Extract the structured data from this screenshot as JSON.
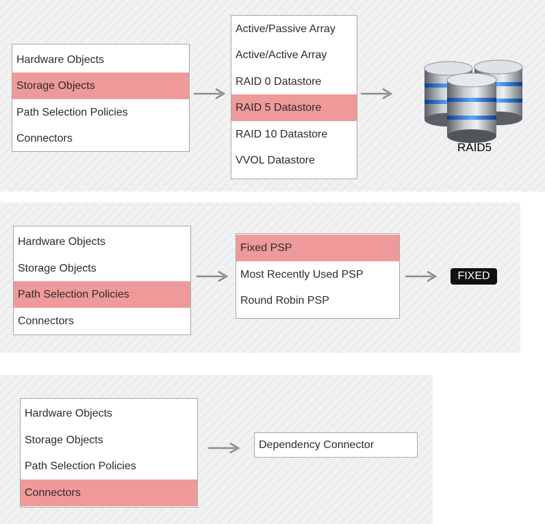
{
  "categories": [
    "Hardware Objects",
    "Storage Objects",
    "Path Selection Policies",
    "Connectors"
  ],
  "step1": {
    "options": [
      "Active/Passive Array",
      "Active/Active Array",
      "RAID 0 Datastore",
      "RAID 5 Datastore",
      "RAID 10 Datastore",
      "VVOL Datastore"
    ],
    "result_label": "RAID5"
  },
  "step2": {
    "options": [
      "Fixed PSP",
      "Most Recently Used PSP",
      "Round Robin PSP"
    ],
    "result_label": "FIXED"
  },
  "step3": {
    "options": [
      "Dependency Connector"
    ]
  },
  "colors": {
    "selected": "#ef9a9a",
    "arrow": "#8c8c8c",
    "badge": "#111111"
  },
  "icons": {
    "result1": "database-stack-icon"
  }
}
